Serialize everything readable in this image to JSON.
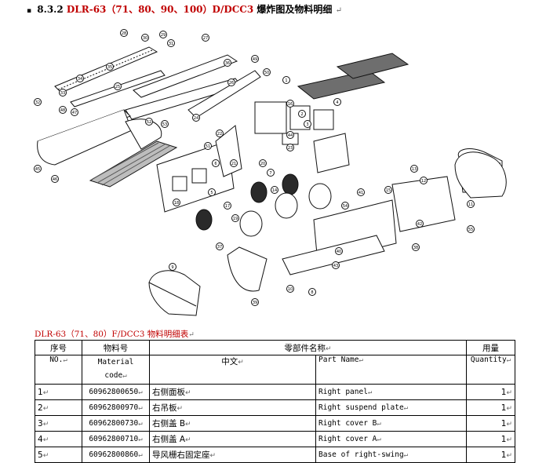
{
  "heading": {
    "bullet": "▪",
    "number": "8.3.2",
    "model": "DLR-63（71、80、90、100）D/DCC3",
    "text": "爆炸图及物料明细",
    "mark": "↵"
  },
  "diagram_callouts": [
    "28",
    "30",
    "29",
    "27",
    "36",
    "31",
    "26",
    "25",
    "35",
    "34",
    "33",
    "32",
    "24",
    "1",
    "16",
    "2",
    "3",
    "44",
    "4",
    "23",
    "22",
    "21",
    "20",
    "7",
    "6",
    "5",
    "18",
    "17",
    "19",
    "14",
    "13",
    "12",
    "11",
    "15",
    "42",
    "41",
    "40",
    "38",
    "9",
    "37",
    "39",
    "10",
    "8",
    "43",
    "45",
    "46",
    "47",
    "48",
    "49",
    "50",
    "51",
    "52",
    "53",
    "54",
    "55"
  ],
  "table": {
    "title": "DLR-63（71、80）F/DCC3 物料明细表",
    "title_mark": "↵",
    "headers": {
      "no_cn": "序号",
      "material_cn": "物料号",
      "name_cn": "零部件名称",
      "qty_cn": "用量",
      "no_en": "NO.",
      "material_en": "Material code",
      "name_cn_sub": "中文",
      "name_en_sub": "Part Name",
      "qty_en": "Quantity"
    },
    "mark": "↵",
    "rows": [
      {
        "no": "1",
        "code": "60962800650",
        "cn": "右侧面板",
        "en": "Right panel",
        "qty": "1"
      },
      {
        "no": "2",
        "code": "60962800970",
        "cn": "右吊板",
        "en": "Right suspend plate",
        "qty": "1"
      },
      {
        "no": "3",
        "code": "60962800730",
        "cn": "右侧盖 B",
        "en": "Right cover B",
        "qty": "1"
      },
      {
        "no": "4",
        "code": "60962800710",
        "cn": "右侧盖 A",
        "en": "Right cover A",
        "qty": "1"
      },
      {
        "no": "5",
        "code": "60962800860",
        "cn": "导风栅右固定座",
        "en": "Base of right-swing",
        "qty": "1"
      }
    ]
  }
}
